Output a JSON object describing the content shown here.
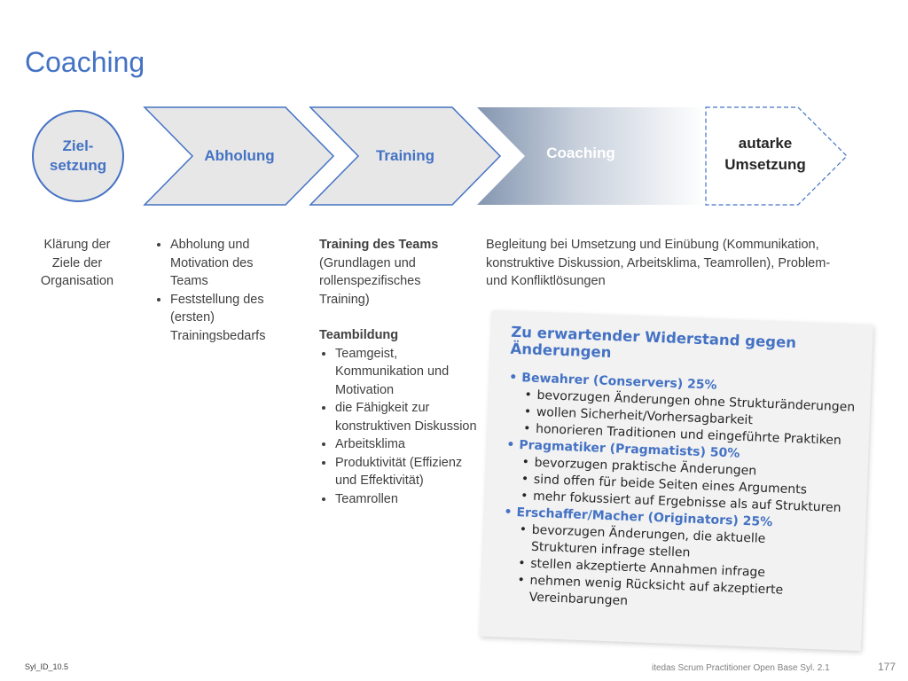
{
  "title": "Coaching",
  "process": {
    "circle_line1": "Ziel-",
    "circle_line2": "setzung",
    "step1": "Abholung",
    "step2": "Training",
    "step3": "Coaching",
    "step4_line1": "autarke",
    "step4_line2": "Umsetzung"
  },
  "col1": {
    "line1": "Klärung der",
    "line2": "Ziele der",
    "line3": "Organisation"
  },
  "col2": {
    "items": [
      "Abholung und Motivation des Teams",
      "Feststellung des (ersten) Trainingsbedarfs"
    ]
  },
  "col3": {
    "heading1": "Training des Teams",
    "text1": "(Grundlagen und rollenspezifisches Training)",
    "heading2": "Teambildung",
    "items": [
      "Teamgeist, Kommunikation und Motivation",
      "die Fähigkeit zur konstruktiven Diskussion",
      "Arbeitsklima",
      "Produktivität (Effizienz und Effektivität)",
      "Teamrollen"
    ]
  },
  "col4": {
    "text": "Begleitung bei Umsetzung und Einübung (Kommunikation, konstruktive Diskussion, Arbeitsklima, Teamrollen), Problem- und Konfliktlösungen"
  },
  "resistance": {
    "heading": "Zu erwartender Widerstand gegen Änderungen",
    "groups": [
      {
        "name": "Bewahrer (Conservers) 25%",
        "items": [
          "bevorzugen Änderungen ohne Strukturänderungen",
          "wollen Sicherheit/Vorhersagbarkeit",
          "honorieren Traditionen und eingeführte Praktiken"
        ]
      },
      {
        "name": "Pragmatiker (Pragmatists) 50%",
        "items": [
          "bevorzugen praktische Änderungen",
          "sind offen für beide Seiten eines Arguments",
          "mehr fokussiert auf Ergebnisse als auf Strukturen"
        ]
      },
      {
        "name": "Erschaffer/Macher (Originators) 25%",
        "items": [
          "bevorzugen Änderungen, die aktuelle Strukturen infrage stellen",
          "stellen akzeptierte Annahmen infrage",
          "nehmen wenig Rücksicht auf akzeptierte Vereinbarungen"
        ]
      }
    ]
  },
  "footer": {
    "left": "Syl_ID_10.5",
    "middle": "itedas Scrum Practitioner Open Base Syl. 2.1",
    "page": "177"
  },
  "colors": {
    "accent": "#4472c4",
    "chevron_fill": "#e7e7e7",
    "coaching_gradient_start": "#8496b0",
    "coaching_gradient_end": "#ffffff"
  }
}
